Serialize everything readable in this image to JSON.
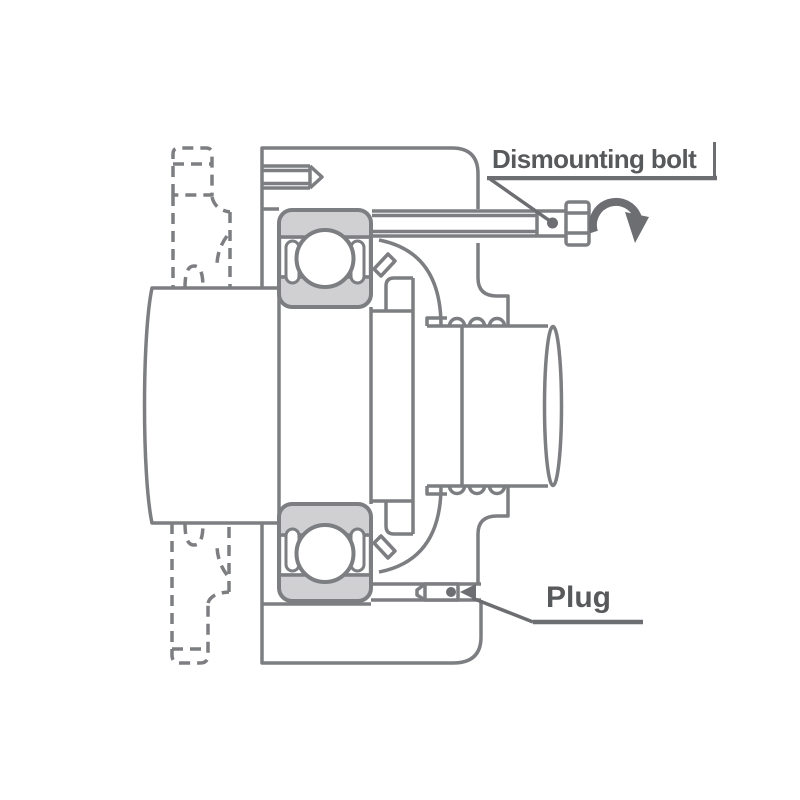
{
  "page": {
    "type": "technical-cross-section-diagram",
    "subject": "bearing unit with dismounting bolt and plug",
    "background": "#FFFFFF"
  },
  "colors": {
    "machine_line": "#7D7E81",
    "bearing_fill": "#D0D0D2",
    "label_text": "#58595B",
    "annotation": "#6D6E71",
    "label_background": "#FFFFFF"
  },
  "labels": {
    "dismounting_bolt": "Dismounting bolt",
    "plug": "Plug"
  },
  "icons": {
    "rotation_arrow": "clockwise-rotation-arrow",
    "leader_dot": "leader-anchor-dot",
    "leader_arrowhead": "leader-arrowhead"
  }
}
